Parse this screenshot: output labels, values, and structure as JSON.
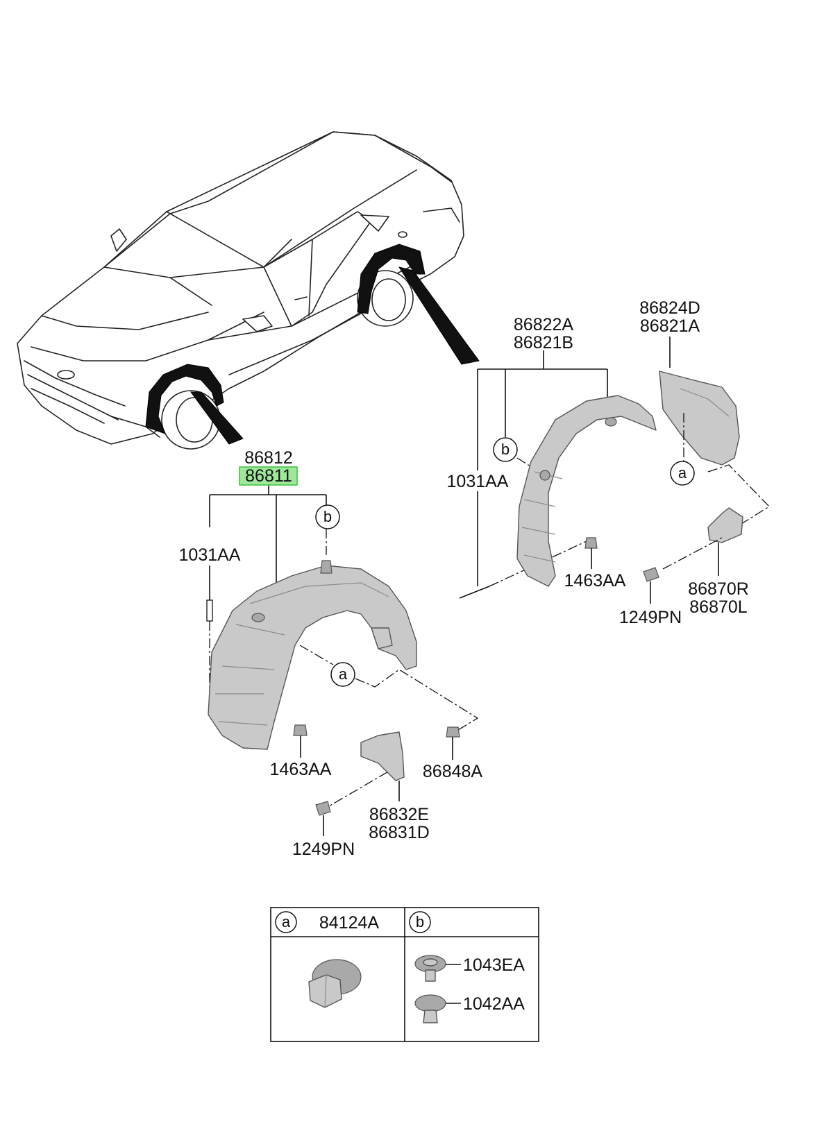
{
  "labels": {
    "front_upper": "86812",
    "front_selected": "86811",
    "front_pin": "1031AA",
    "front_clip": "1463AA",
    "front_nut": "86848A",
    "front_flap_1": "86832E",
    "front_flap_2": "86831D",
    "front_screw": "1249PN",
    "rear_1": "86822A",
    "rear_2": "86821B",
    "rear_cover_1": "86824D",
    "rear_cover_2": "86821A",
    "rear_pin": "1031AA",
    "rear_clip": "1463AA",
    "rear_flap_1": "86870R",
    "rear_flap_2": "86870L",
    "rear_screw": "1249PN"
  },
  "callouts": {
    "a": "a",
    "b": "b"
  },
  "legend": {
    "a_key": "a",
    "a_part": "84124A",
    "b_key": "b",
    "b_part_1": "1043EA",
    "b_part_2": "1042AA"
  },
  "colors": {
    "highlight": "#9ee89a",
    "part_fill": "#c9c9c9"
  }
}
